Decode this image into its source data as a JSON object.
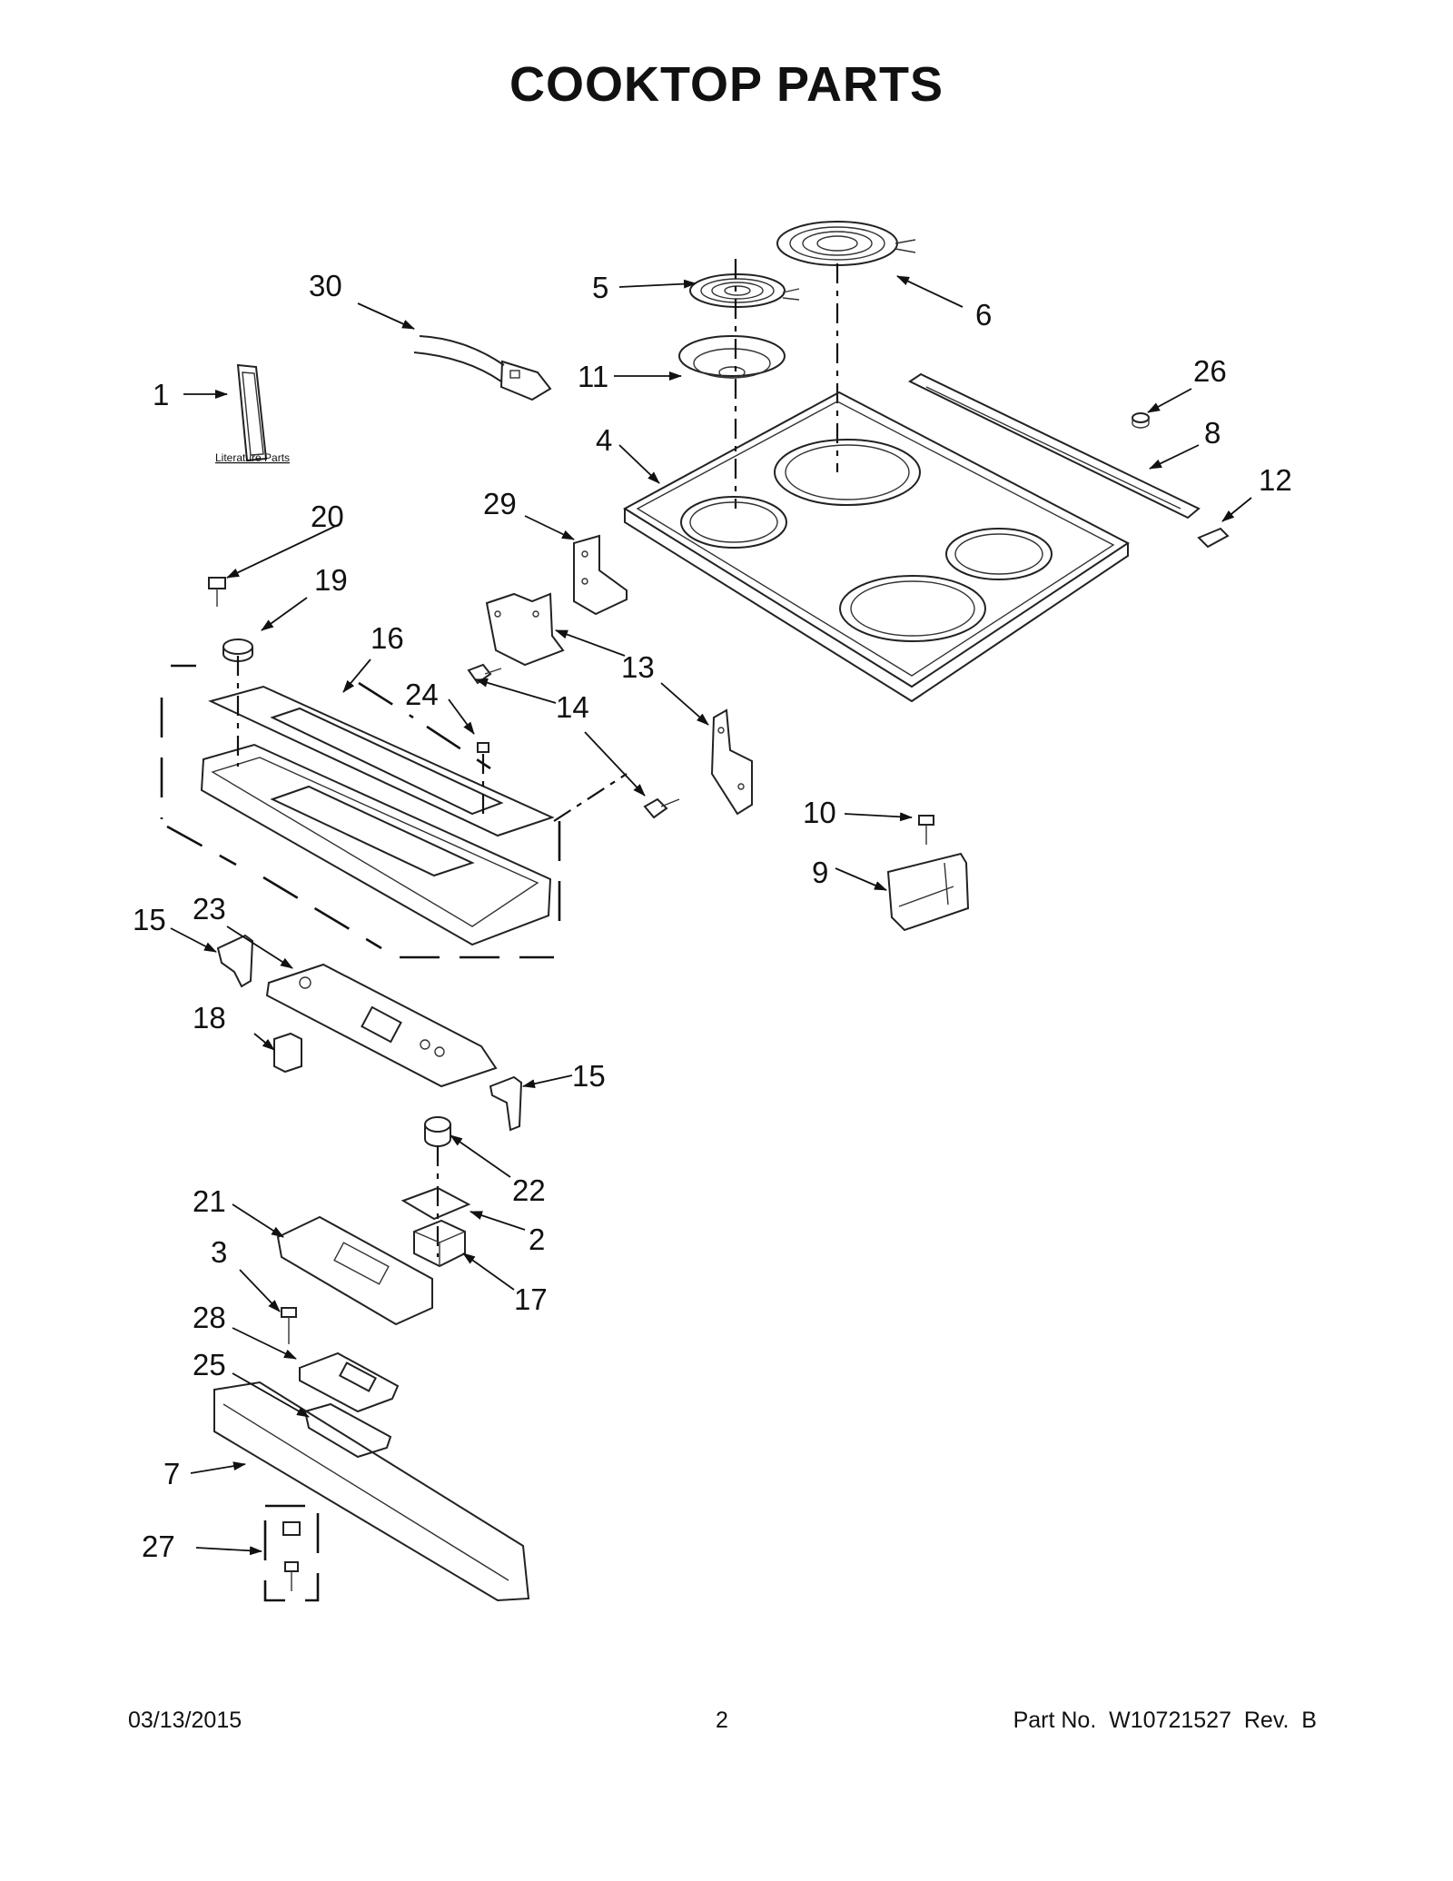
{
  "page": {
    "title": "COOKTOP  PARTS",
    "footer_date": "03/13/2015",
    "footer_page": "2",
    "footer_part": "Part No.  W10721527  Rev.  B"
  },
  "diagram": {
    "literature_label": "Literature Parts",
    "callouts": [
      "1",
      "2",
      "3",
      "4",
      "5",
      "6",
      "7",
      "8",
      "9",
      "10",
      "11",
      "12",
      "13",
      "14",
      "15",
      "16",
      "17",
      "18",
      "19",
      "20",
      "21",
      "22",
      "23",
      "24",
      "25",
      "26",
      "27",
      "28",
      "29",
      "30"
    ]
  }
}
